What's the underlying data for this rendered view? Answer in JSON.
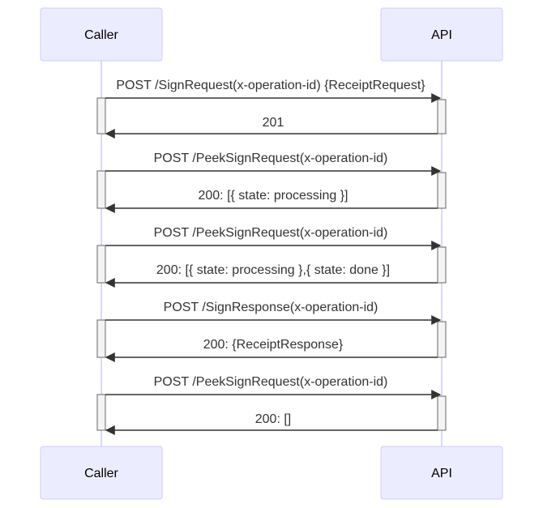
{
  "participants": [
    {
      "id": "caller",
      "label": "Caller"
    },
    {
      "id": "api",
      "label": "API"
    }
  ],
  "messages": [
    {
      "from": "caller",
      "to": "api",
      "label": "POST /SignRequest(x-operation-id) {ReceiptRequest}"
    },
    {
      "from": "api",
      "to": "caller",
      "label": "201"
    },
    {
      "from": "caller",
      "to": "api",
      "label": "POST /PeekSignRequest(x-operation-id)"
    },
    {
      "from": "api",
      "to": "caller",
      "label": "200: [{ state: processing }]"
    },
    {
      "from": "caller",
      "to": "api",
      "label": "POST /PeekSignRequest(x-operation-id)"
    },
    {
      "from": "api",
      "to": "caller",
      "label": "200: [{ state: processing },{ state: done }]"
    },
    {
      "from": "caller",
      "to": "api",
      "label": "POST /SignResponse(x-operation-id)"
    },
    {
      "from": "api",
      "to": "caller",
      "label": "200: {ReceiptResponse}"
    },
    {
      "from": "caller",
      "to": "api",
      "label": "POST /PeekSignRequest(x-operation-id)"
    },
    {
      "from": "api",
      "to": "caller",
      "label": "200: []"
    }
  ],
  "colors": {
    "actor_fill": "#ECECFF",
    "actor_border": "#CCCCFF",
    "line": "#333333"
  }
}
